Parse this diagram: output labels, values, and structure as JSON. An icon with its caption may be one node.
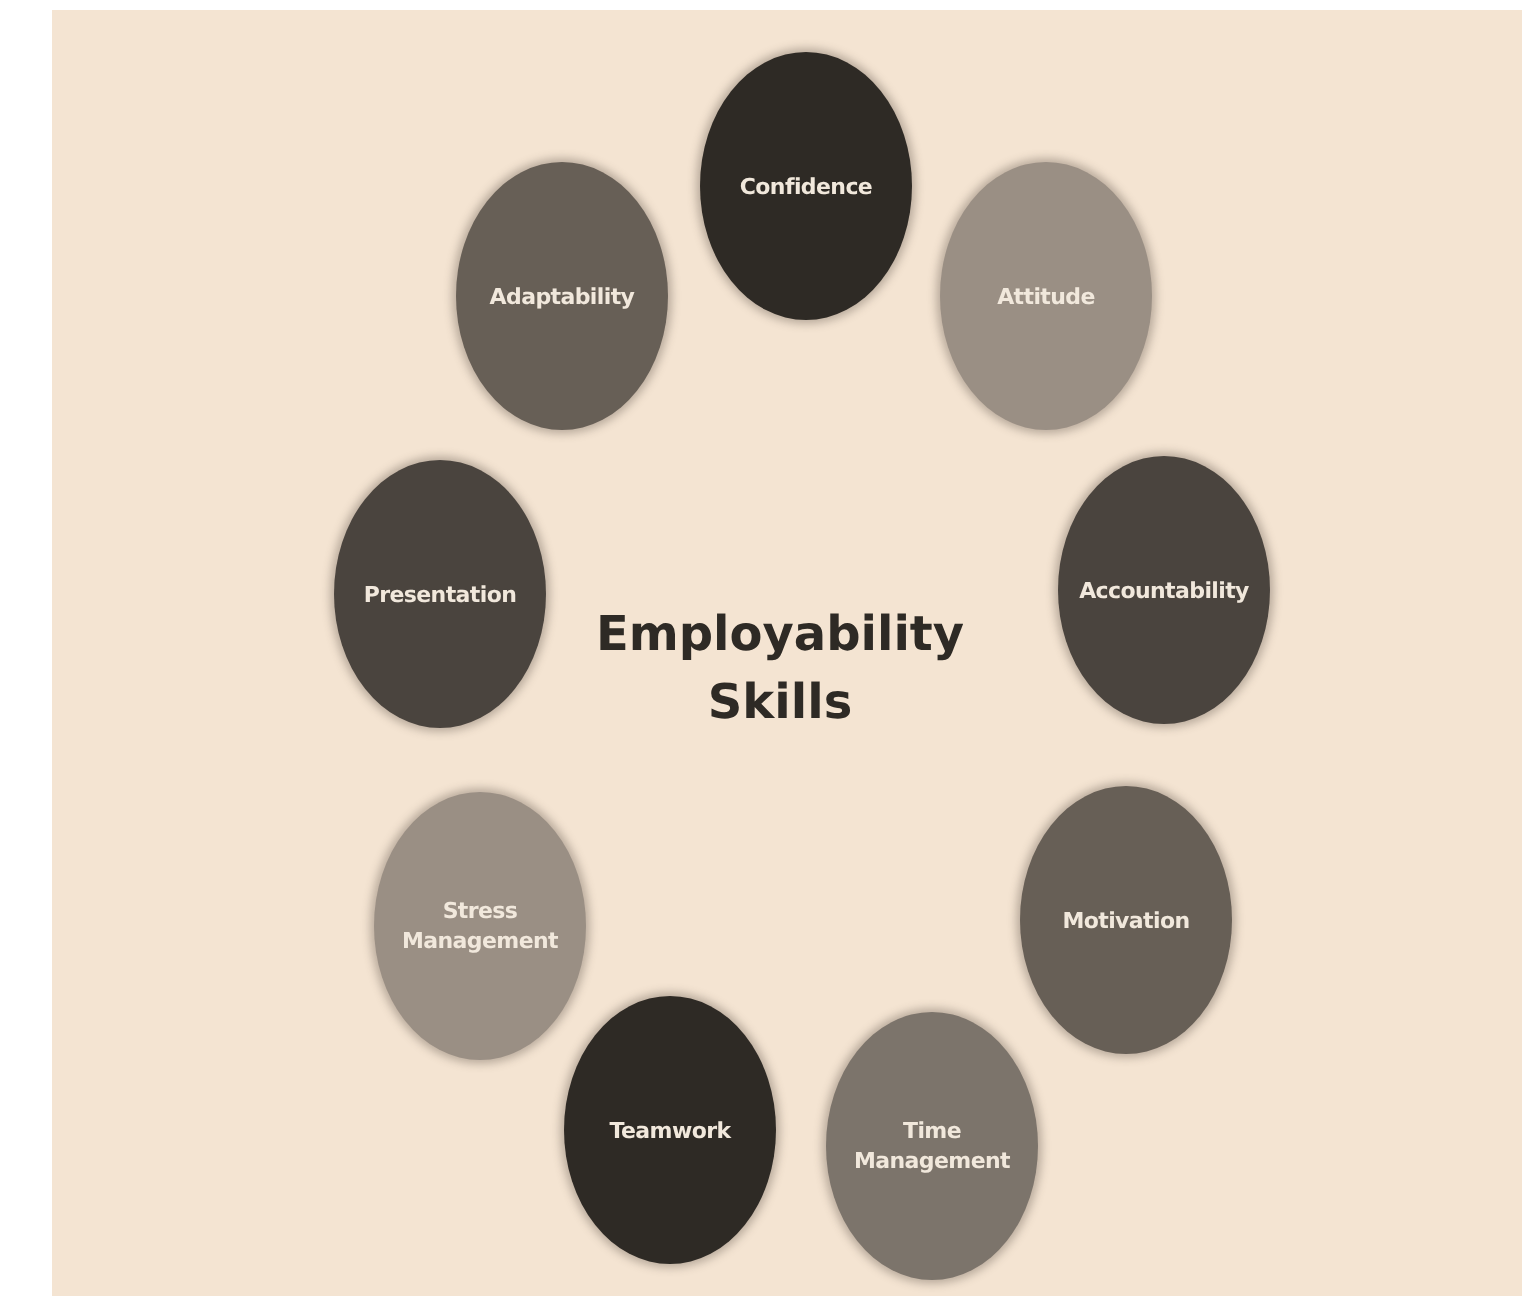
{
  "diagram": {
    "title": "Employability Skills",
    "nodes": [
      {
        "text": [
          "Confidence"
        ]
      },
      {
        "text": [
          "Attitude"
        ]
      },
      {
        "text": [
          "Accountability"
        ]
      },
      {
        "text": [
          "Motivation"
        ]
      },
      {
        "text": [
          "Time Management"
        ]
      },
      {
        "text": [
          "Teamwork"
        ]
      },
      {
        "text": [
          "Stress Management"
        ]
      },
      {
        "text": [
          "Presentation"
        ]
      },
      {
        "text": [
          "Adaptability"
        ]
      }
    ]
  }
}
